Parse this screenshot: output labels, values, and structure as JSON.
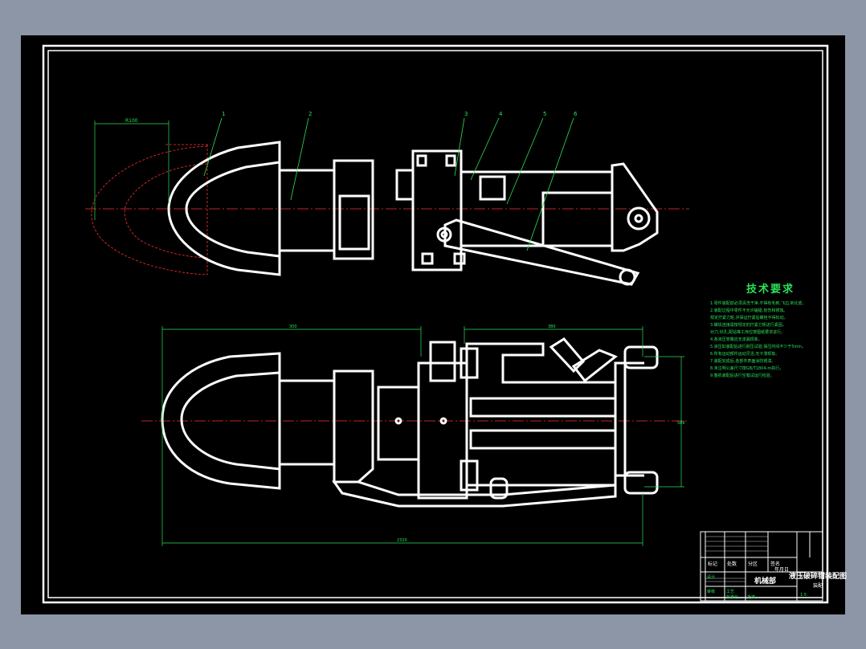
{
  "drawing": {
    "balloons": [
      "1",
      "2",
      "3",
      "4",
      "5",
      "6"
    ],
    "dimensions": {
      "top_arc": "R100",
      "bottom_left": "300",
      "bottom_right": "380",
      "bottom_height": "586",
      "bottom_total": "2320"
    }
  },
  "tech_requirements": {
    "title": "技术要求",
    "items": [
      "1.零件装配前必须清洗干净,不得有毛刺,飞边,氧化皮。",
      "2.装配过程中零件不允许磕碰,划伤和锈蚀。",
      "  规定拧紧力矩,并保证拧紧后螺栓不得松动。",
      "3.螺纹连接需按规定的拧紧力矩进行紧固。",
      "  对刀,铰孔,配钻等工序应按图纸要求进行。",
      "4.各液压管路应无渗漏现象。",
      "5.液压缸装配后进行耐压试验,保压时间不少于5min。",
      "6.所有运动部件运动灵活,无卡滞现象。",
      "7.装配完成后,各部件表面涂防锈漆。",
      "8.未注明公差尺寸按GB/T1804-m执行。",
      "9.整机装配后进行空载试运行检验。"
    ]
  },
  "title_block": {
    "part_name": "液压破碎钳装配图",
    "drawing_code": "装配",
    "material": "机械部",
    "labels": [
      "标记",
      "处数",
      "分区",
      "签名",
      "年月日",
      "设计",
      "审核",
      "工艺",
      "标准化",
      "批准"
    ],
    "scale": "1:5"
  },
  "colors": {
    "background": "#000000",
    "outline": "#ffffff",
    "centerline": "#ff3030",
    "dimension": "#2ce05a",
    "leader": "#2ce05a"
  }
}
